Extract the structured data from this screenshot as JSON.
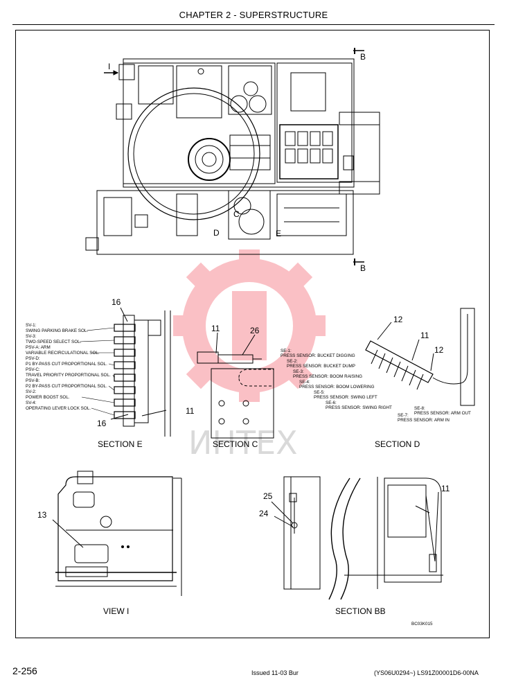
{
  "header": {
    "title": "CHAPTER 2 - SUPERSTRUCTURE"
  },
  "footer": {
    "page": "2-256",
    "issued": "Issued 11-03   Bur",
    "docref": "(YS06U0294~)   LS91Z00001D6-00NA"
  },
  "figure_code": "BC03K015",
  "watermark": "ИНТЕХ",
  "top_view": {
    "label_i": "I",
    "label_b_top": "B",
    "label_b_bottom": "B",
    "label_c": "C",
    "label_d": "D",
    "label_e": "E"
  },
  "section_e": {
    "title": "SECTION E",
    "callout_16a": "16",
    "callout_16b": "16",
    "callout_11": "11",
    "legend": [
      "SV-1:",
      "SWING PARKING BRAKE SOL.",
      "SV-3:",
      "TWO-SPEED SELECT SOL.",
      "PSV-A: ARM",
      "VARIABLE RECIRCULATIONAL SOL.",
      "PSV-D:",
      "P1 BY-PASS CUT PROPORTIONAL SOL.",
      "PSV-C:",
      "TRAVEL PRIORITY PROPORTIONAL SOL.",
      "PSV-B:",
      "P2 BY-PASS CUT PROPORTIONAL SOL.",
      "SV-2:",
      "POWER BOOST SOL.",
      "SV-4:",
      "OPERATING LEVER LOCK SOL."
    ]
  },
  "section_c": {
    "title": "SECTION C",
    "callout_11": "11",
    "callout_26": "26"
  },
  "section_d": {
    "title": "SECTION D",
    "callout_12a": "12",
    "callout_12b": "12",
    "callout_11": "11",
    "sensors": [
      "SE-1:",
      "PRESS SENSOR: BUCKET DIGGING",
      "SE-2:",
      "PRESS SENSOR: BUCKET DUMP",
      "SE-3:",
      "PRESS SENSOR: BOOM RAISING",
      "SE-4:",
      "PRESS SENSOR: BOOM LOWERING",
      "SE-5:",
      "PRESS SENSOR: SWING LEFT",
      "SE-6:",
      "PRESS SENSOR: SWING RIGHT",
      "SE-8:",
      "PRESS SENSOR: ARM OUT",
      "SE-7:",
      "PRESS SENSOR: ARM IN"
    ]
  },
  "view_i": {
    "title": "VIEW I",
    "callout_13": "13"
  },
  "section_bb": {
    "title": "SECTION BB",
    "callout_25": "25",
    "callout_24": "24",
    "callout_11": "11"
  }
}
